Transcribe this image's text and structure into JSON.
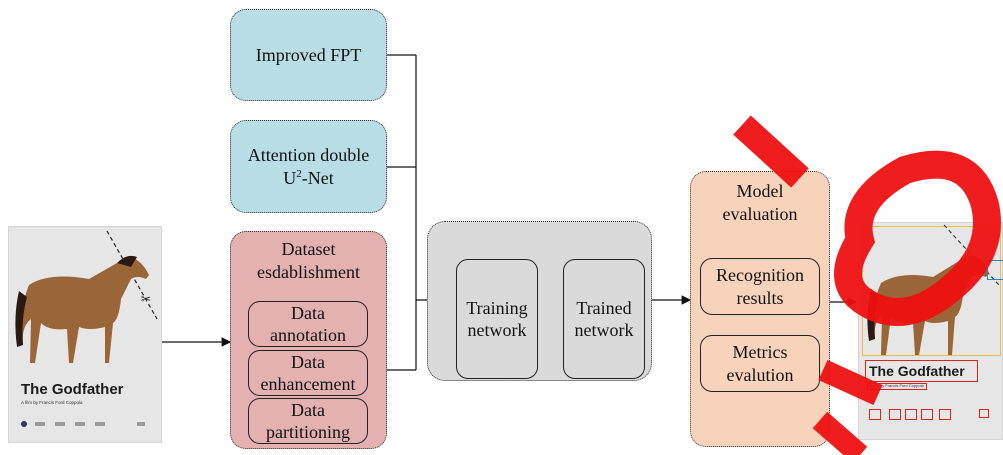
{
  "input_poster": {
    "title": "The Godfather",
    "subtitle": "A film by Francis Ford Coppola"
  },
  "methods": {
    "improved_fpt": "Improved FPT",
    "attention_line1": "Attention double",
    "attention_line2_prefix": "U",
    "attention_line2_sup": "2",
    "attention_line2_suffix": "-Net"
  },
  "dataset": {
    "title_line1": "Dataset",
    "title_line2": "esdablishment",
    "items": [
      {
        "line1": "Data",
        "line2": "annotation"
      },
      {
        "line1": "Data",
        "line2": "enhancement"
      },
      {
        "line1": "Data",
        "line2": "partitioning"
      }
    ]
  },
  "training": {
    "training_network_line1": "Training",
    "training_network_line2": "network",
    "trained_network_line1": "Trained",
    "trained_network_line2": "network"
  },
  "evaluation": {
    "title_line1": "Model",
    "title_line2": "evaluation",
    "recognition_line1": "Recognition",
    "recognition_line2": "results",
    "metrics_line1": "Metrics",
    "metrics_line2": "evalution"
  },
  "output_poster": {
    "title": "The Godfather",
    "subtitle": "A film by Francis Ford Coppola"
  },
  "colors": {
    "blue_fill": "#b9dde4",
    "red_fill": "#e3b2b0",
    "gray_fill": "#dadada",
    "orange_fill": "#f8d3bb",
    "watermark_red": "#ee1111"
  }
}
